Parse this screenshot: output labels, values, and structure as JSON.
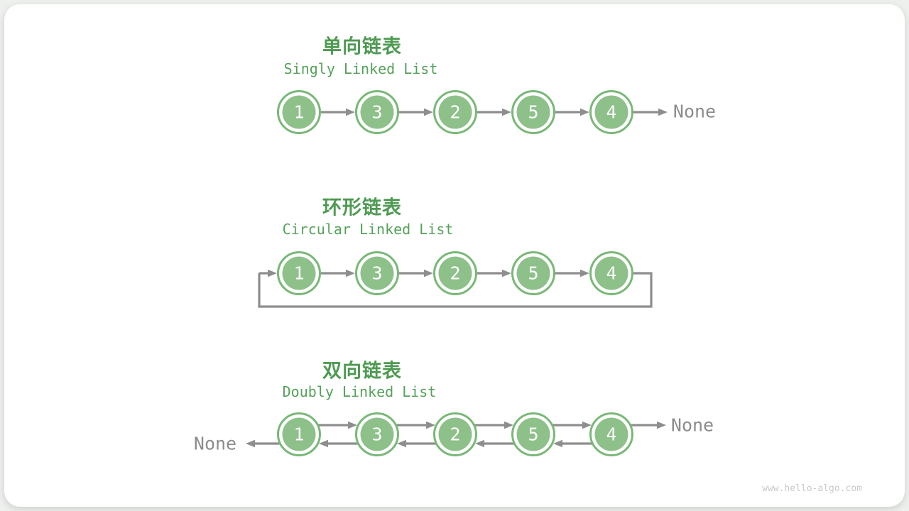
{
  "colors": {
    "node_fill": "#8EC08A",
    "node_stroke": "#79B877",
    "node_text": "#FFFFFF",
    "title_green": "#4E9A52",
    "subtitle_green": "#55A25A",
    "arrow_gray": "#8E8E8E",
    "none_gray": "#8C8C8C",
    "watermark_gray": "#C9C9C9",
    "card_background": "#FFFFFF"
  },
  "sections": [
    {
      "type": "singly",
      "title": "单向链表",
      "subtitle": "Singly Linked List",
      "nodes": [
        "1",
        "3",
        "2",
        "5",
        "4"
      ],
      "tail_label": "None"
    },
    {
      "type": "circular",
      "title": "环形链表",
      "subtitle": "Circular Linked List",
      "nodes": [
        "1",
        "3",
        "2",
        "5",
        "4"
      ]
    },
    {
      "type": "doubly",
      "title": "双向链表",
      "subtitle": "Doubly Linked List",
      "nodes": [
        "1",
        "3",
        "2",
        "5",
        "4"
      ],
      "head_label": "None",
      "tail_label": "None"
    }
  ],
  "watermark": "www.hello-algo.com"
}
